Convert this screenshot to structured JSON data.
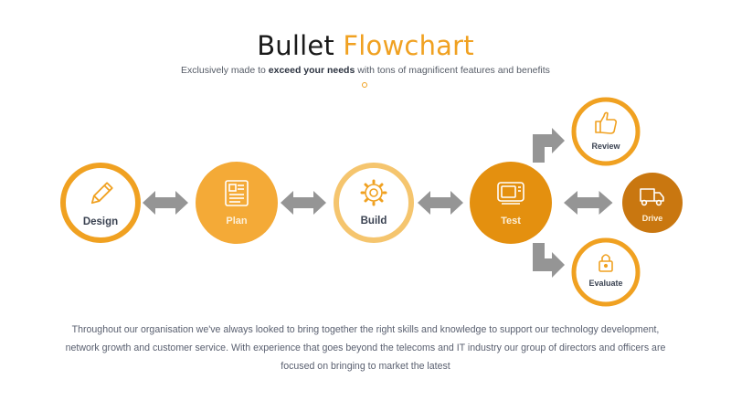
{
  "title": {
    "part1": "Bullet",
    "part2": "Flowchart"
  },
  "subtitle": {
    "before": "Exclusively made to ",
    "bold": "exceed your needs",
    "after": " with tons of magnificent features and benefits"
  },
  "steps": {
    "design": {
      "label": "Design",
      "icon": "pencil-icon"
    },
    "plan": {
      "label": "Plan",
      "icon": "document-icon"
    },
    "build": {
      "label": "Build",
      "icon": "gear-icon"
    },
    "test": {
      "label": "Test",
      "icon": "monitor-icon"
    },
    "review": {
      "label": "Review",
      "icon": "thumbs-up-icon"
    },
    "drive": {
      "label": "Drive",
      "icon": "truck-icon"
    },
    "evaluate": {
      "label": "Evaluate",
      "icon": "lock-icon"
    }
  },
  "colors": {
    "accent": "#f0a121",
    "plan_fill": "#f4aa37",
    "build_ring": "#f5c56e",
    "test_fill": "#e4900f",
    "drive_fill": "#c97710",
    "arrow": "#959595",
    "label_dark": "#3b4352"
  },
  "description": "Throughout our organisation we've always looked to bring together the right skills and knowledge to support our technology development, network growth and customer service. With experience that goes beyond the telecoms and IT industry our group of directors and officers are focused on bringing to market the latest"
}
